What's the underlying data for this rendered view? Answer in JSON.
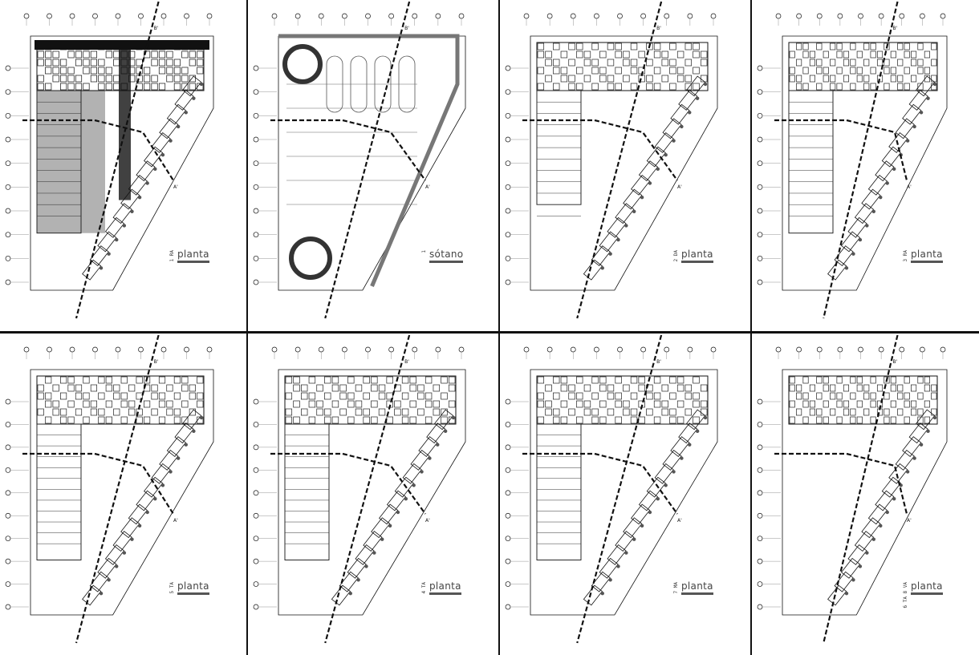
{
  "sheets": [
    {
      "label": "planta",
      "sub": "1 RA"
    },
    {
      "label": "sótano",
      "sub": "1"
    },
    {
      "label": "planta",
      "sub": "2 DA"
    },
    {
      "label": "planta",
      "sub": "3 RA"
    },
    {
      "label": "planta",
      "sub": "5 TA"
    },
    {
      "label": "planta",
      "sub": "4 TA"
    },
    {
      "label": "planta",
      "sub": "7 MA"
    },
    {
      "label": "planta",
      "sub": "6 TA 8 VA"
    }
  ],
  "section_marks": {
    "a": "B'",
    "b": "A'"
  },
  "colors": {
    "ink": "#111111",
    "fill": "#333333",
    "grey": "#777777",
    "bg": "#ffffff"
  }
}
